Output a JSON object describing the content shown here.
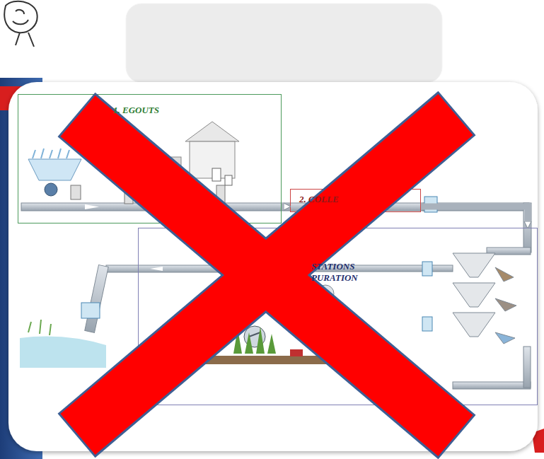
{
  "diagram": {
    "nodes": [
      {
        "text": [
          "1. EGOUTS"
        ]
      },
      {
        "text": [
          "2. COLLE"
        ]
      },
      {
        "text": [
          "STATIONS PURATION"
        ]
      }
    ],
    "edges": [
      {
        "from": 0,
        "to": 1,
        "arrow": "to"
      },
      {
        "from": 1,
        "to": 2,
        "arrow": "to"
      }
    ]
  }
}
